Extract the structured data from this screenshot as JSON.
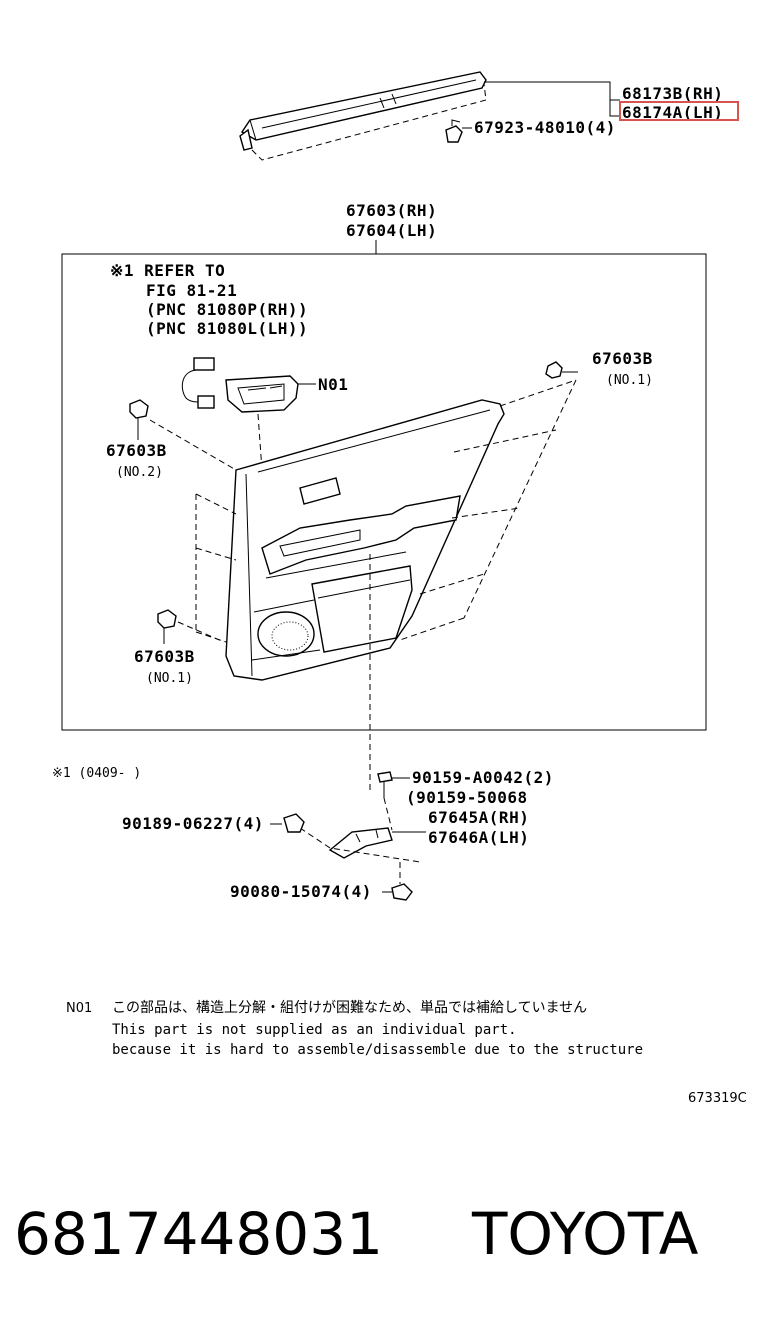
{
  "top_labels": {
    "rh_moulding": "68173B(RH)",
    "lh_moulding": "68174A(LH)",
    "clip": "67923-48010(4)"
  },
  "panel_labels": {
    "rh": "67603(RH)",
    "lh": "67604(LH)"
  },
  "refer_note": {
    "line1": "※1 REFER TO",
    "line2": "FIG 81-21",
    "line3": "(PNC 81080P(RH))",
    "line4": "(PNC 81080L(LH))"
  },
  "inside_labels": {
    "n01": "N01",
    "clip_no1_top": "67603B",
    "clip_no1_top_sub": "(NO.1)",
    "clip_no2": "67603B",
    "clip_no2_sub": "(NO.2)",
    "clip_no1_bottom": "67603B",
    "clip_no1_bottom_sub": "(NO.1)"
  },
  "bottom_labels": {
    "range": "※1 (0409-     )",
    "screw_a": "90159-A0042(2)",
    "screw_b": "(90159-50068",
    "bracket_rh": "67645A(RH)",
    "bracket_lh": "67646A(LH)",
    "clip_c": "90189-06227(4)",
    "screw_c": "90080-15074(4)"
  },
  "notes": {
    "code": "N01",
    "jp": "この部品は、構造上分解・組付けが困難なため、単品では補給していません",
    "en1": "This part is not supplied as an individual part.",
    "en2": "because it is hard to assemble/disassemble due to the structure"
  },
  "figure_id": "673319C",
  "footer": {
    "part_number": "6817448031",
    "brand": "TOYOTA"
  },
  "colors": {
    "highlight": "#d9534f",
    "ink": "#000000"
  }
}
